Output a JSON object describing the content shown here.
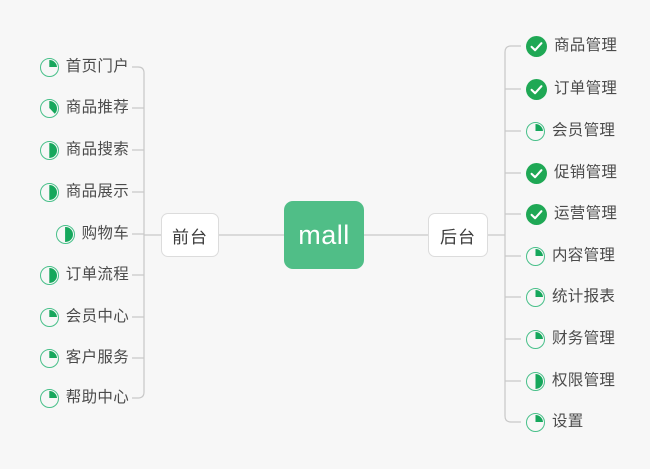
{
  "diagram": {
    "type": "mind-map",
    "title": "mall",
    "background_color": "#f7f7f7",
    "accent_color": "#50be87",
    "done_color": "#1fa855",
    "ring_color": "#49c08a",
    "line_color": "#c8c8c8",
    "root": {
      "label": "mall"
    },
    "branches": [
      {
        "label": "前台",
        "side": "left"
      },
      {
        "label": "后台",
        "side": "right"
      }
    ],
    "left_items": [
      {
        "label": "首页门户",
        "icon": "pie-progress-icon",
        "progress": 25,
        "status": "in-progress"
      },
      {
        "label": "商品推荐",
        "icon": "pie-progress-icon",
        "progress": 38,
        "status": "in-progress"
      },
      {
        "label": "商品搜索",
        "icon": "pie-progress-icon",
        "progress": 50,
        "status": "in-progress"
      },
      {
        "label": "商品展示",
        "icon": "pie-progress-icon",
        "progress": 50,
        "status": "in-progress"
      },
      {
        "label": "购物车",
        "icon": "pie-progress-icon",
        "progress": 50,
        "status": "in-progress"
      },
      {
        "label": "订单流程",
        "icon": "pie-progress-icon",
        "progress": 50,
        "status": "in-progress"
      },
      {
        "label": "会员中心",
        "icon": "pie-progress-icon",
        "progress": 25,
        "status": "in-progress"
      },
      {
        "label": "客户服务",
        "icon": "pie-progress-icon",
        "progress": 25,
        "status": "in-progress"
      },
      {
        "label": "帮助中心",
        "icon": "pie-progress-icon",
        "progress": 25,
        "status": "in-progress"
      }
    ],
    "right_items": [
      {
        "label": "商品管理",
        "icon": "check-circle-icon",
        "progress": 100,
        "status": "done"
      },
      {
        "label": "订单管理",
        "icon": "check-circle-icon",
        "progress": 100,
        "status": "done"
      },
      {
        "label": "会员管理",
        "icon": "pie-progress-icon",
        "progress": 25,
        "status": "in-progress"
      },
      {
        "label": "促销管理",
        "icon": "check-circle-icon",
        "progress": 100,
        "status": "done"
      },
      {
        "label": "运营管理",
        "icon": "check-circle-icon",
        "progress": 100,
        "status": "done"
      },
      {
        "label": "内容管理",
        "icon": "pie-progress-icon",
        "progress": 25,
        "status": "in-progress"
      },
      {
        "label": "统计报表",
        "icon": "pie-progress-icon",
        "progress": 25,
        "status": "in-progress"
      },
      {
        "label": "财务管理",
        "icon": "pie-progress-icon",
        "progress": 25,
        "status": "in-progress"
      },
      {
        "label": "权限管理",
        "icon": "pie-progress-icon",
        "progress": 50,
        "status": "in-progress"
      },
      {
        "label": "设置",
        "icon": "pie-progress-icon",
        "progress": 25,
        "status": "in-progress"
      }
    ]
  }
}
